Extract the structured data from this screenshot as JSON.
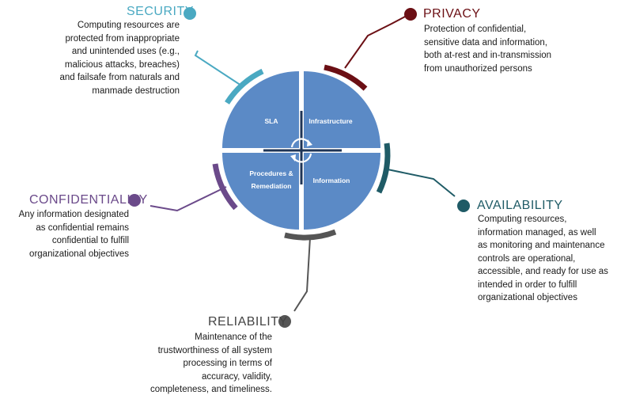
{
  "colors": {
    "security": "#4aa9c2",
    "privacy": "#6b0f14",
    "availability": "#1f5b66",
    "confidentiality": "#6b4a8a",
    "reliability": "#555555",
    "circle_fill": "#5b8ac6",
    "cross": "#1f3556"
  },
  "center": {
    "quadrants": [
      {
        "label": "SLA"
      },
      {
        "label": "Infrastructure"
      },
      {
        "label": "Procedures &"
      },
      {
        "label": "Remediation"
      },
      {
        "label": "Information"
      }
    ]
  },
  "security": {
    "title": "SECURITY",
    "lines": [
      "Computing resources are",
      "protected from inappropriate",
      "and unintended uses (e.g.,",
      "malicious attacks, breaches)",
      "and failsafe from naturals and",
      "manmade destruction"
    ]
  },
  "privacy": {
    "title": "PRIVACY",
    "lines": [
      "Protection of confidential,",
      "sensitive data and information,",
      "both at-rest and in-transmission",
      "from unauthorized persons"
    ]
  },
  "confidentiality": {
    "title": "CONFIDENTIALITY",
    "lines": [
      "Any information designated",
      "as confidential remains",
      "confidential to fulfill",
      "organizational objectives"
    ]
  },
  "availability": {
    "title": "AVAILABILITY",
    "lines": [
      "Computing resources,",
      "information managed, as well",
      "as monitoring and maintenance",
      "controls are operational,",
      "accessible, and ready for use as",
      "intended in order to fulfill",
      "organizational objectives"
    ]
  },
  "reliability": {
    "title": "RELIABILITY",
    "lines": [
      "Maintenance of the",
      "trustworthiness of all system",
      "processing in terms of",
      "accuracy, validity,",
      "completeness, and timeliness."
    ]
  }
}
